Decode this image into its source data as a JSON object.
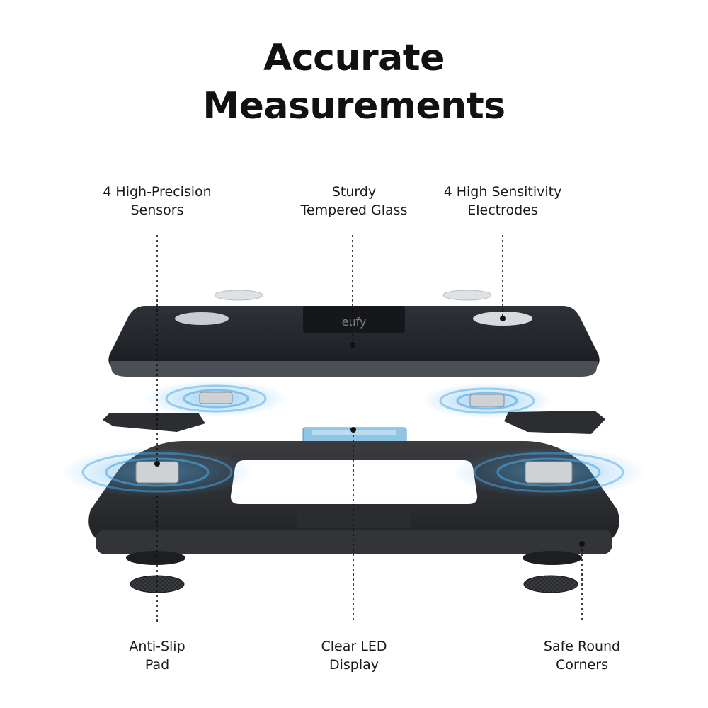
{
  "title": {
    "line1": "Accurate",
    "line2": "Measurements"
  },
  "callouts": {
    "sensors": {
      "line1": "4 High-Precision",
      "line2": "Sensors"
    },
    "glass": {
      "line1": "Sturdy",
      "line2": "Tempered Glass"
    },
    "electrodes": {
      "line1": "4 High Sensitivity",
      "line2": "Electrodes"
    },
    "pad": {
      "line1": "Anti-Slip",
      "line2": "Pad"
    },
    "display": {
      "line1": "Clear LED",
      "line2": "Display"
    },
    "corners": {
      "line1": "Safe Round",
      "line2": "Corners"
    }
  },
  "brand": {
    "logo": "eufy"
  },
  "colors": {
    "glass": "#23262b",
    "frame": "#2f3134",
    "wave": "#4aa8e8",
    "metal": "#d8dbde"
  }
}
